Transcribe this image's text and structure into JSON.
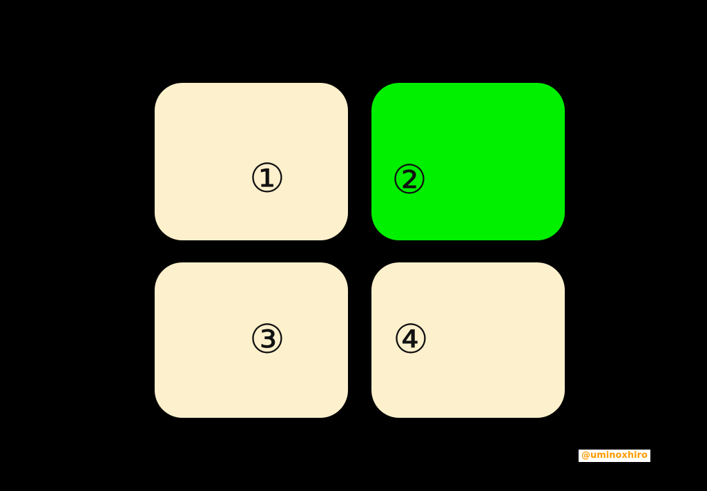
{
  "canvas": {
    "background": "#000000"
  },
  "cards": [
    {
      "id": 1,
      "label": "①",
      "color": "#fdf0cc",
      "position": "top-left",
      "highlighted": false
    },
    {
      "id": 2,
      "label": "②",
      "color": "#00f000",
      "position": "top-right",
      "highlighted": true
    },
    {
      "id": 3,
      "label": "③",
      "color": "#fdf0cc",
      "position": "bottom-left",
      "highlighted": false
    },
    {
      "id": 4,
      "label": "④",
      "color": "#fdf0cc",
      "position": "bottom-right",
      "highlighted": false
    }
  ],
  "watermark": {
    "text": "@uminoxhiro",
    "color": "#ff9c00",
    "background": "#ffffff"
  }
}
